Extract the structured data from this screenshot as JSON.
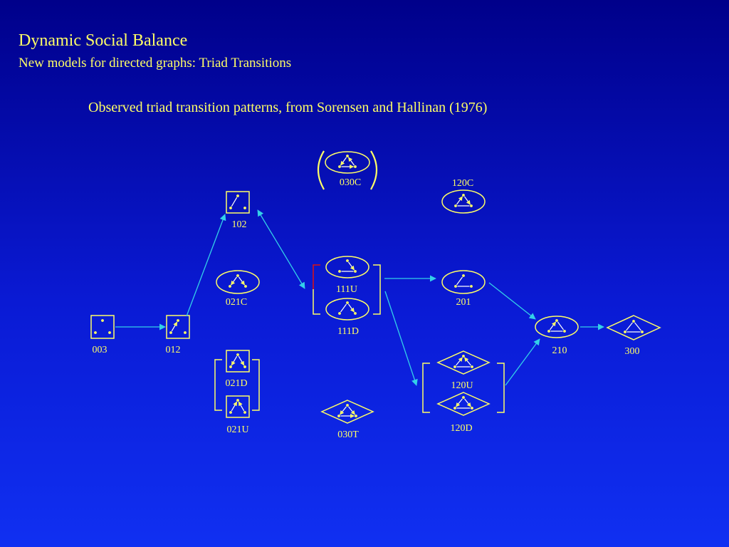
{
  "header": {
    "title": "Dynamic Social Balance",
    "subtitle": "New models for directed graphs: Triad Transitions"
  },
  "caption": "Observed triad transition patterns, from Sorensen and Hallinan (1976)",
  "triads": [
    {
      "id": "003",
      "label": "003",
      "shape": "square"
    },
    {
      "id": "012",
      "label": "012",
      "shape": "square"
    },
    {
      "id": "102",
      "label": "102",
      "shape": "square"
    },
    {
      "id": "021C",
      "label": "021C",
      "shape": "ellipse"
    },
    {
      "id": "021D",
      "label": "021D",
      "shape": "square"
    },
    {
      "id": "021U",
      "label": "021U",
      "shape": "square"
    },
    {
      "id": "030C",
      "label": "030C",
      "shape": "ellipse"
    },
    {
      "id": "111U",
      "label": "111U",
      "shape": "ellipse"
    },
    {
      "id": "111D",
      "label": "111D",
      "shape": "ellipse"
    },
    {
      "id": "030T",
      "label": "030T",
      "shape": "diamond"
    },
    {
      "id": "120C",
      "label": "120C",
      "shape": "ellipse"
    },
    {
      "id": "201",
      "label": "201",
      "shape": "ellipse"
    },
    {
      "id": "120U",
      "label": "120U",
      "shape": "diamond"
    },
    {
      "id": "120D",
      "label": "120D",
      "shape": "diamond"
    },
    {
      "id": "210",
      "label": "210",
      "shape": "ellipse"
    },
    {
      "id": "300",
      "label": "300",
      "shape": "diamond"
    }
  ],
  "transitions": [
    {
      "from": "003",
      "to": "012"
    },
    {
      "from": "012",
      "to": "102"
    },
    {
      "from": "102",
      "to": "111-pair",
      "bidirectional": true
    },
    {
      "from": "111-pair",
      "to": "201"
    },
    {
      "from": "111-pair",
      "to": "120-pair"
    },
    {
      "from": "201",
      "to": "210"
    },
    {
      "from": "120-pair",
      "to": "210"
    },
    {
      "from": "210",
      "to": "300"
    }
  ],
  "colors": {
    "shape_stroke": "#ffff66",
    "label": "#ffff66",
    "arrow": "#33d0e8",
    "bracket_red": "#e01010"
  }
}
